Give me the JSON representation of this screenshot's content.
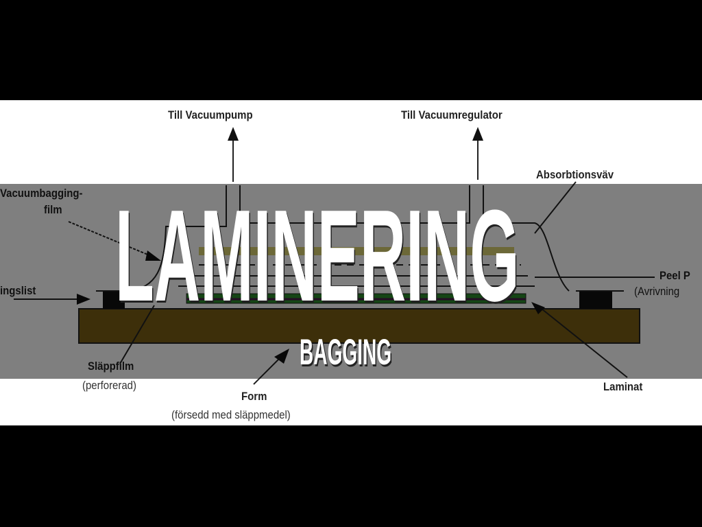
{
  "slide": {
    "title": "LAMINERING",
    "subtitle": "BAGGING"
  },
  "diagram": {
    "labels": {
      "vacuum_pump": "Till Vacuumpump",
      "vacuum_regulator": "Till Vacuumregulator",
      "absorption": "Absorbtionsväv",
      "bagging_film_1": "Vacuumbagging-",
      "bagging_film_2": "film",
      "sealing_strip": "ingslist",
      "peel_ply_1": "Peel P",
      "peel_ply_2": "(Avrivning",
      "release_film": "Släppfilm",
      "release_film_sub": "(perforerad)",
      "form": "Form",
      "form_sub": "(försedd med släppmedel)",
      "laminate": "Laminat"
    },
    "colors": {
      "form": "#7a5e14",
      "yellow_layer": "#d8d070",
      "green_layer": "#2a8a2a"
    }
  }
}
